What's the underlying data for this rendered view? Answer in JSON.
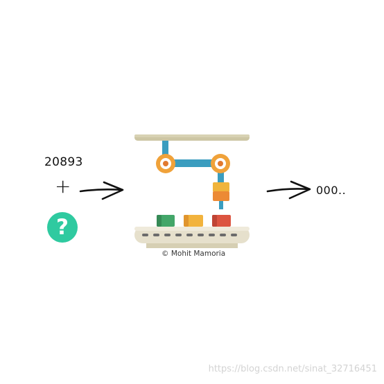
{
  "input": {
    "number": "20893",
    "operator": "+",
    "mystery_symbol": "?"
  },
  "output": {
    "text": "000.."
  },
  "credit": "© Mohit Mamoria",
  "watermark": "https://blog.csdn.net/sinat_32716451",
  "colors": {
    "question_badge": "#2fcaa0",
    "rail": "#cdc6a4",
    "arm": "#3b9dbf",
    "joint": "#f0a23a",
    "gripper": "#f0b43c",
    "box_green": "#43a669",
    "box_yellow": "#f2b33d",
    "box_red": "#dc5440",
    "belt": "#e6e0cc"
  }
}
